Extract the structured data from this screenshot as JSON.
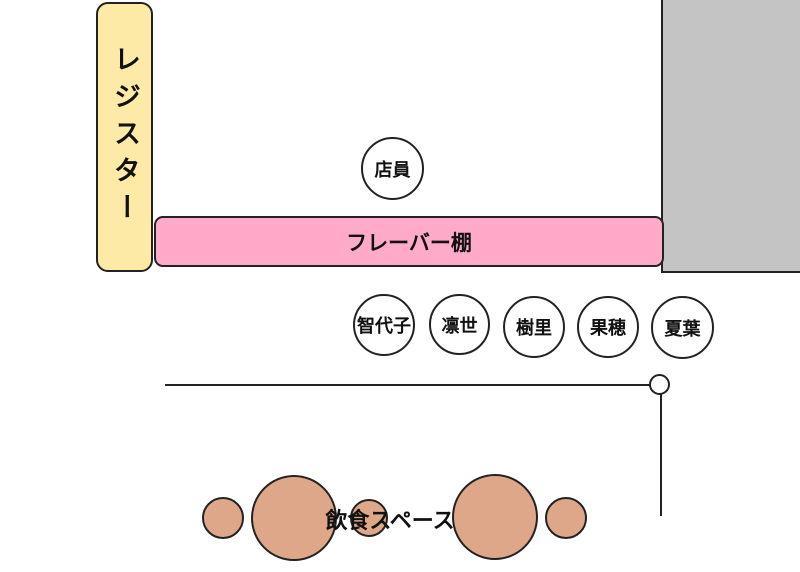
{
  "colors": {
    "wall": "#c4c4c4",
    "register": "#fdeaa6",
    "shelf": "#ffaac8",
    "dining_table": "#dfa78a"
  },
  "register": {
    "label": "レジスター"
  },
  "shelf": {
    "label": "フレーバー棚"
  },
  "staff": {
    "label": "店員"
  },
  "customers": [
    "智代子",
    "凛世",
    "樹里",
    "果穂",
    "夏葉"
  ],
  "dining": {
    "label": "飲食スペース"
  }
}
